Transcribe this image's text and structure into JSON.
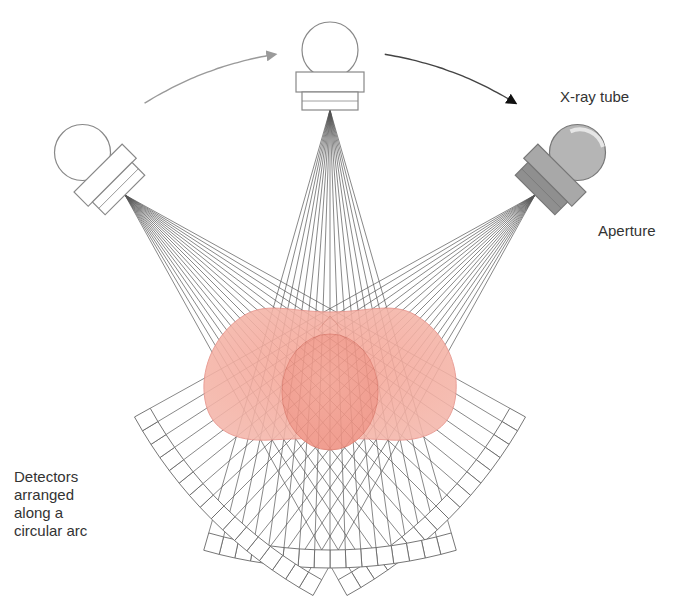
{
  "diagram": {
    "labels": [
      "X-ray tube",
      "Aperture",
      "Detectors arranged along a circular arc"
    ]
  }
}
